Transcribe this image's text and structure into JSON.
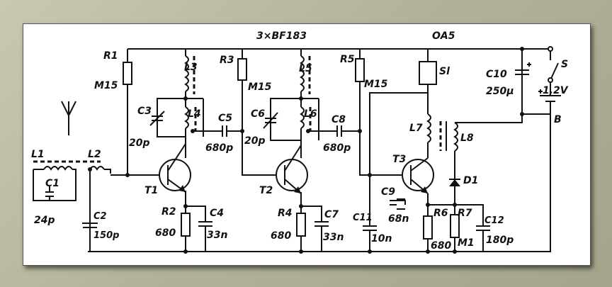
{
  "labels": {
    "transistors": "3×BF183",
    "diode_type": "OA5",
    "R1": "R1",
    "R1v": "M15",
    "R2": "R2",
    "R2v": "680",
    "R3": "R3",
    "R3v": "M15",
    "R4": "R4",
    "R4v": "680",
    "R5": "R5",
    "R5v": "M15",
    "R6": "R6",
    "R6v": "680",
    "R7": "R7",
    "R7v": "M1",
    "L1": "L1",
    "L2": "L2",
    "L3": "L3",
    "L4": "L4",
    "L5": "L5",
    "L6": "L6",
    "L7": "L7",
    "L8": "L8",
    "C1": "C1",
    "C1v": "24p",
    "C2": "C2",
    "C2v": "150p",
    "C3": "C3",
    "C3v": "20p",
    "C4": "C4",
    "C4v": "33n",
    "C5": "C5",
    "C5v": "680p",
    "C6": "C6",
    "C6v": "20p",
    "C7": "C7",
    "C7v": "33n",
    "C8": "C8",
    "C8v": "680p",
    "C9": "C9",
    "C9v": "68n",
    "C10": "C10",
    "C10v": "250µ",
    "C11": "C11",
    "C11v": "10n",
    "C12": "C12",
    "C12v": "180p",
    "T1": "T1",
    "T2": "T2",
    "T3": "T3",
    "D1": "D1",
    "Sl": "Sl",
    "S": "S",
    "battery_v": "1,2V",
    "battery_b": "B"
  }
}
